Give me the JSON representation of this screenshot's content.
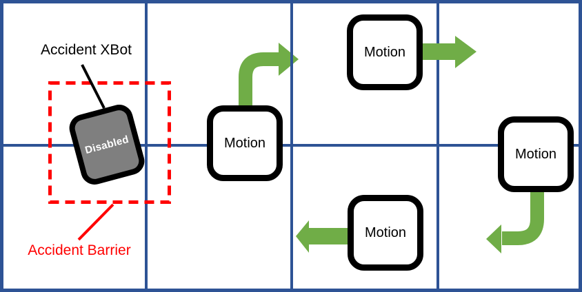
{
  "labels": {
    "accident_xbot": "Accident XBot",
    "accident_barrier": "Accident Barrier"
  },
  "disabled_bot": {
    "label": "Disabled",
    "state": "disabled"
  },
  "motion_boxes": [
    {
      "label": "Motion",
      "direction": "up-then-right"
    },
    {
      "label": "Motion",
      "direction": "right"
    },
    {
      "label": "Motion",
      "direction": "left"
    },
    {
      "label": "Motion",
      "direction": "down-then-left"
    }
  ],
  "grid": {
    "columns": 4,
    "rows": 2
  },
  "colors": {
    "grid_blue": "#2E5395",
    "arrow_green": "#70AD47",
    "barrier_red": "#FF0000",
    "bot_gray": "#7F7F7F"
  }
}
